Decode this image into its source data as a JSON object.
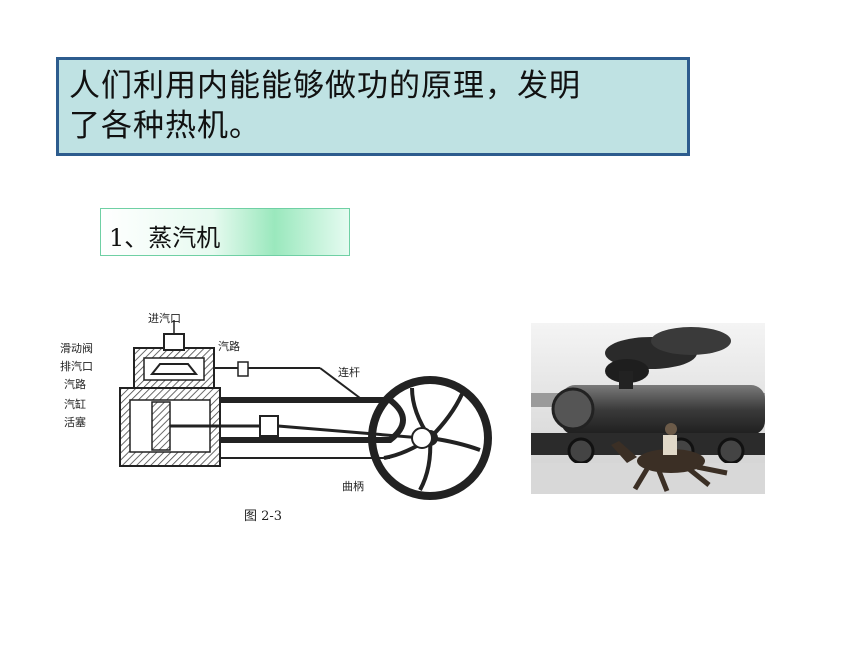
{
  "title": {
    "line1": "人们利用内能能够做功的原理，发明",
    "line2": "了各种热机。"
  },
  "subtitle": "1、蒸汽机",
  "engine_diagram": {
    "caption": "图 2-3",
    "labels": {
      "intake": "进汽口",
      "valve": "滑动阀",
      "exhaust": "排汽口",
      "passage_left": "汽路",
      "cylinder": "汽缸",
      "piston": "活塞",
      "passage_top": "汽路",
      "rod": "连杆",
      "crank": "曲柄"
    }
  },
  "photo": {
    "subject": "steam locomotive and running horse"
  }
}
